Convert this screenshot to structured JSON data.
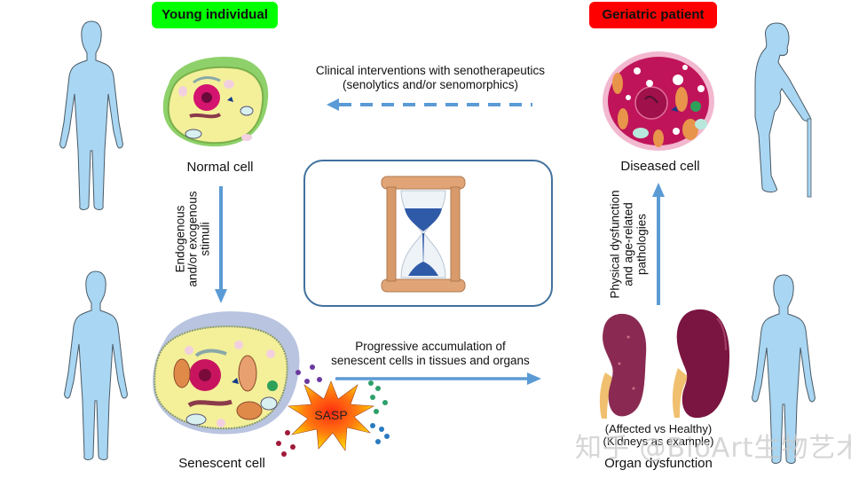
{
  "badges": {
    "young": {
      "label": "Young individual",
      "color": "#00ff00"
    },
    "geriatric": {
      "label": "Geriatric patient",
      "color": "#ff0000"
    }
  },
  "cells": {
    "normal": "Normal  cell",
    "diseased": "Diseased cell",
    "senescent": "Senescent cell"
  },
  "arrows": {
    "intervention": {
      "line1": "Clinical interventions with senotherapeutics",
      "line2": "(senolytics and/or senomorphics)",
      "style": "dashed",
      "direction": "left",
      "color": "#5b9bd5"
    },
    "stimuli": {
      "line1": "Endogenous",
      "line2": "and/or exogenous",
      "line3": "stimuli",
      "direction": "down"
    },
    "pathologies": {
      "line1": "Physical dysfunction",
      "line2": "and age-related",
      "line3": "pathologies",
      "direction": "up"
    },
    "accumulation": {
      "line1": "Progressive accumulation of",
      "line2": "senescent cells in tissues and organs",
      "direction": "right"
    }
  },
  "sasp": {
    "label": "SASP"
  },
  "organ": {
    "caption1": "(Affected vs  Healthy)",
    "caption2": "(Kidneys as example)",
    "title": "Organ dysfunction"
  },
  "center_icon": "hourglass-icon",
  "watermark": "知乎 @BioArt生物艺术",
  "colors": {
    "arrow_blue": "#5b9bd5",
    "body_fill": "#a9d6f2",
    "box_border": "#41719c"
  }
}
